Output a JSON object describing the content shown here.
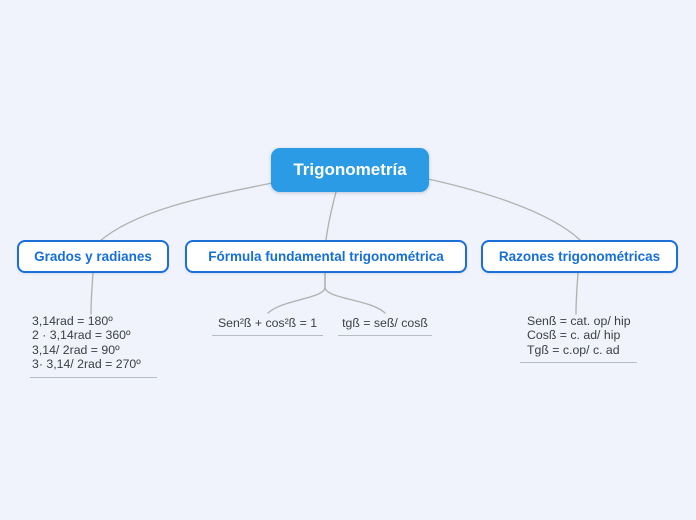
{
  "colors": {
    "background": "#f0f3fb",
    "root_fill": "#2b9be6",
    "root_text": "#ffffff",
    "branch_border": "#1a6fd8",
    "branch_text": "#176fd6",
    "connector": "#b3b3b3",
    "leaf_text": "#3a3f44",
    "leaf_underline": "#b6bcc8"
  },
  "mindmap": {
    "root": {
      "label": "Trigonometría"
    },
    "branches": [
      {
        "label": "Grados y radianes",
        "leaves": [
          {
            "lines": [
              "3,14rad = 180º",
              "2 · 3,14rad = 360º",
              "3,14/ 2rad = 90º",
              "3· 3,14/ 2rad = 270º"
            ]
          }
        ]
      },
      {
        "label": "Fórmula fundamental trigonométrica",
        "leaves": [
          {
            "lines": [
              "Sen²ß + cos²ß = 1"
            ]
          },
          {
            "lines": [
              "tgß = seß/ cosß"
            ]
          }
        ]
      },
      {
        "label": "Razones trigonométricas",
        "leaves": [
          {
            "lines": [
              "Senß = cat. op/ hip",
              "Cosß = c. ad/ hip",
              "Tgß = c.op/ c. ad"
            ]
          }
        ]
      }
    ]
  }
}
